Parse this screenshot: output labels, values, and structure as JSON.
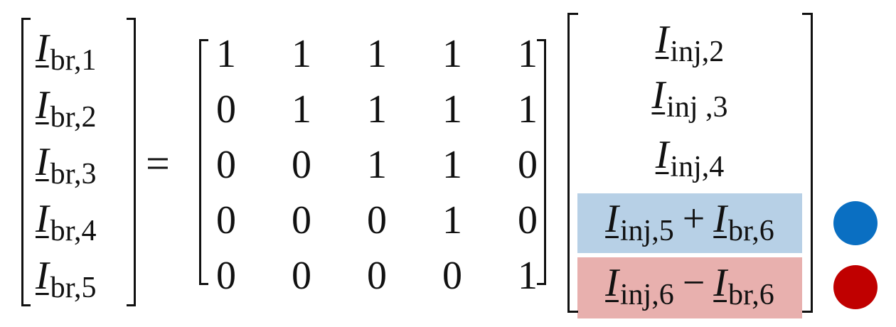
{
  "lhs": {
    "symbol": "I",
    "subscripts": [
      "br,1",
      "br,2",
      "br,3",
      "br,4",
      "br,5"
    ]
  },
  "equals": "=",
  "matrix": [
    [
      "1",
      "1",
      "1",
      "1",
      "1"
    ],
    [
      "0",
      "1",
      "1",
      "1",
      "1"
    ],
    [
      "0",
      "0",
      "1",
      "1",
      "0"
    ],
    [
      "0",
      "0",
      "0",
      "1",
      "0"
    ],
    [
      "0",
      "0",
      "0",
      "0",
      "1"
    ]
  ],
  "rhs": {
    "symbol": "I",
    "rows": [
      {
        "sub": "inj,2"
      },
      {
        "sub": "inj ,3"
      },
      {
        "sub": "inj,4"
      },
      {
        "sub": "inj,5",
        "op": "+",
        "sub2": "br,6",
        "highlight": "blue"
      },
      {
        "sub": "inj,6",
        "op": "−",
        "sub2": "br,6",
        "highlight": "red"
      }
    ]
  },
  "colors": {
    "highlight_blue": "#b7d0e6",
    "highlight_red": "#e8b0ae",
    "dot_blue": "#0a6fc2",
    "dot_red": "#c00000"
  },
  "markers": [
    {
      "row": 3,
      "color": "blue"
    },
    {
      "row": 4,
      "color": "red"
    }
  ]
}
